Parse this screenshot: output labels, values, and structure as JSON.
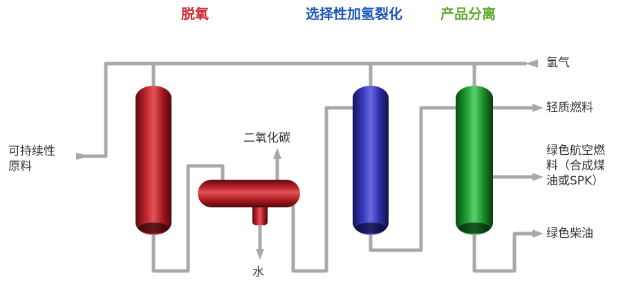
{
  "colors": {
    "deoxygenation": "#cf2530",
    "hydrocracking": "#1c55b8",
    "separation": "#5aab2c",
    "pipe": "#a9a9a9",
    "label": "#333333"
  },
  "stages": {
    "deoxygenation": "脱氧",
    "hydrocracking": "选择性加氢裂化",
    "separation": "产品分离"
  },
  "inputs": {
    "feed_line1": "可持续性",
    "feed_line2": "原料",
    "hydrogen": "氢气"
  },
  "byproducts": {
    "co2": "二氧化碳",
    "water": "水"
  },
  "outputs": {
    "light_fuel": "轻质燃料",
    "saf_line1": "绿色航空燃",
    "saf_line2": "料（合成煤",
    "saf_line3": "油或SPK）",
    "diesel": "绿色柴油"
  }
}
